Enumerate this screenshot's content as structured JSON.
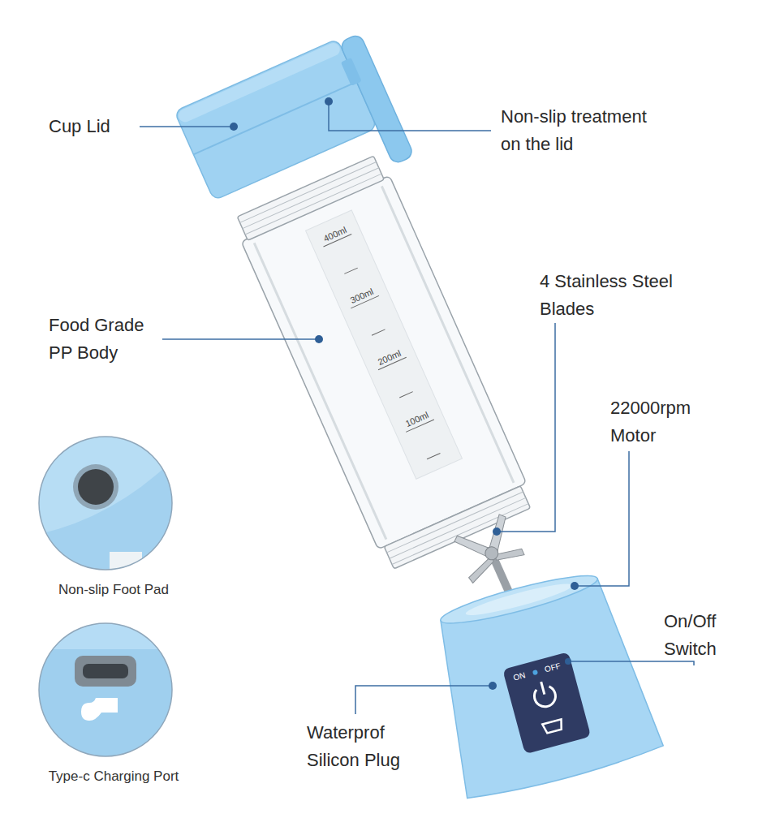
{
  "diagram": {
    "labels": [
      "Cup Lid",
      "Non-slip treatment on the lid",
      "Food Grade PP Body",
      "4 Stainless Steel Blades",
      "22000rpm Motor",
      "On/Off Switch",
      "Waterprof Silicon Plug",
      "Non-slip Foot Pad",
      "Type-c Charging Port",
      "400ml",
      "300ml",
      "200ml",
      "100ml",
      "ON",
      "OFF"
    ]
  }
}
